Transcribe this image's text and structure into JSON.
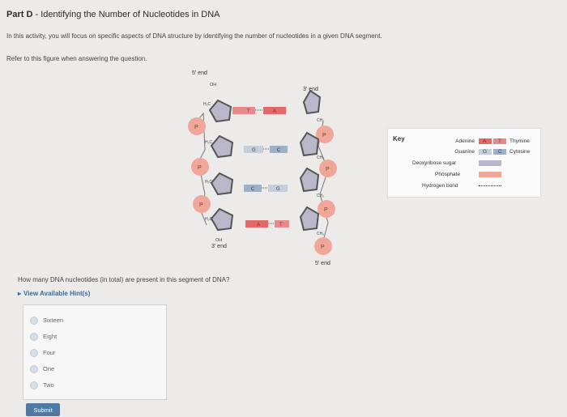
{
  "header": {
    "part": "Part D",
    "separator": " - ",
    "title": "Identifying the Number of Nucleotides in DNA"
  },
  "intro": "In this activity, you will focus on specific aspects of DNA structure by identifying the number of nucleotides in a given DNA segment.",
  "refer": "Refer to this figure when answering the question.",
  "figure": {
    "left_top_end": "5' end",
    "left_bottom_end": "3' end",
    "right_top_end": "3' end",
    "right_bottom_end": "5' end",
    "oh": "OH",
    "ch2": "CH₂",
    "h2c": "H₂C",
    "p": "P",
    "pairs": [
      {
        "left": "T",
        "right": "A"
      },
      {
        "left": "G",
        "right": "C"
      },
      {
        "left": "C",
        "right": "G"
      },
      {
        "left": "A",
        "right": "T"
      }
    ]
  },
  "key": {
    "label": "Key",
    "adenine": "Adenine",
    "adenine_letter": "A",
    "thymine_letter": "T",
    "thymine": "Thymine",
    "guanine": "Guanine",
    "guanine_letter": "G",
    "cytosine_letter": "C",
    "cytosine": "Cytosine",
    "sugar": "Deoxyribose sugar",
    "phosphate": "Phosphate",
    "hbond": "Hydrogen bond",
    "colors": {
      "adenine": "#e46a6a",
      "thymine": "#e68a8a",
      "guanine": "#c5ced9",
      "cytosine": "#9fb0c6",
      "sugar": "#b9b7c9",
      "phosphate": "#f0a79a",
      "phosphate_dark": "#e3857a"
    }
  },
  "question": "How many DNA nucleotides (in total) are present in this segment of DNA?",
  "hints_label": "View Available Hint(s)",
  "options": [
    "Sixteen",
    "Eight",
    "Four",
    "One",
    "Two"
  ],
  "submit_label": "Submit"
}
